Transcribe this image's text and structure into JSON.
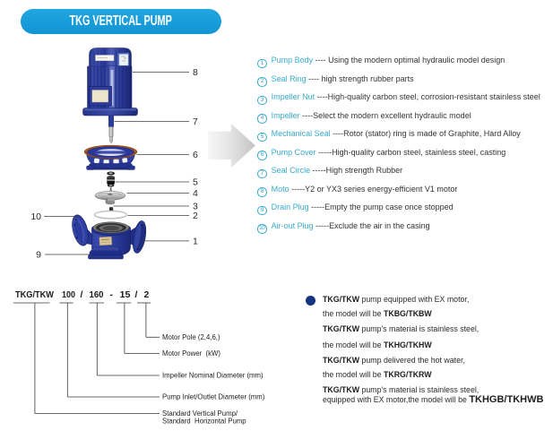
{
  "banner": {
    "title": "TKG VERTICAL PUMP"
  },
  "diagram": {
    "description": "exploded view of TKG vertical pump",
    "callouts": [
      {
        "number": "8"
      },
      {
        "number": "7"
      },
      {
        "number": "6"
      },
      {
        "number": "5"
      },
      {
        "number": "4"
      },
      {
        "number": "3"
      },
      {
        "number": "2"
      },
      {
        "number": "1"
      },
      {
        "number": "10"
      },
      {
        "number": "9"
      }
    ]
  },
  "parts_list": {
    "items": [
      {
        "num": "1",
        "term": "Pump Body",
        "desc": " ---- Using the modern optimal hydraulic model design"
      },
      {
        "num": "2",
        "term": "Seal Ring",
        "desc": " ---- high strength rubber parts"
      },
      {
        "num": "3",
        "term": "Impeller Nut",
        "desc": " ----High-quality carbon steel, corrosion-resistant stainless steel"
      },
      {
        "num": "4",
        "term": "Impeller",
        "desc": " ----Select the modern excellent hydraulic model"
      },
      {
        "num": "5",
        "term": "Mechanical Seal",
        "desc": " ----Rotor (stator) ring is made of Graphite, Hard Alloy"
      },
      {
        "num": "6",
        "term": "Pump Cover",
        "desc": " -----High-quality carbon steel, stainless steel, casting"
      },
      {
        "num": "7",
        "term": "Seal Circle",
        "desc": " -----High strength Rubber"
      },
      {
        "num": "8",
        "term": "Moto",
        "desc": " -----Y2 or YX3 series energy-efficient V1 motor"
      },
      {
        "num": "9",
        "term": "Drain Plug",
        "desc": " -----Empty the pump case once stopped"
      },
      {
        "num": "10",
        "term": "Air-out Plug",
        "desc": " -----Exclude the air in the casing"
      }
    ]
  },
  "model_legend": {
    "segments": [
      {
        "text": "TKG/TKW"
      },
      {
        "text": "100"
      },
      {
        "text": "/"
      },
      {
        "text": "160"
      },
      {
        "text": "-"
      },
      {
        "text": "15"
      },
      {
        "text": "/"
      },
      {
        "text": "2"
      }
    ],
    "labels": [
      {
        "text": "Motor Pole (2,4,6,)"
      },
      {
        "text": "Motor Power  (kW)"
      },
      {
        "text": "Impeller Nominal Diameter (mm)"
      },
      {
        "text": "Pump Inlet/Outlet Diameter (mm)"
      },
      {
        "text": "Standard Vertical Pump/",
        "text2": "Standard  Horizontal Pump"
      }
    ]
  },
  "notes": {
    "lines": [
      {
        "b": "TKG/TKW",
        "t": " pump equipped with EX motor,"
      },
      {
        "t": "the model will be ",
        "c": "TKBG/TKBW"
      },
      {
        "b": "TKG/TKW",
        "t": " pump's material is stainless steel,"
      },
      {
        "t": "the model will be ",
        "c": "TKHG/TKHW"
      },
      {
        "b": "TKG/TKW",
        "t": " pump delivered the hot water,"
      },
      {
        "t": "the model will be ",
        "c": "TKRG/TKRW"
      },
      {
        "b": "TKG/TKW",
        "t": " pump's material is stainless steel,"
      },
      {
        "t": "equipped with EX motor,the model will be ",
        "c": "TKHGB/TKHWB"
      }
    ]
  },
  "colors": {
    "banner_blue": "#179bd9",
    "term_cyan": "#38abd0",
    "pump_blue": "#2c3c9c",
    "gasket_orange": "#b4622a",
    "bullet_navy": "#16337f"
  }
}
